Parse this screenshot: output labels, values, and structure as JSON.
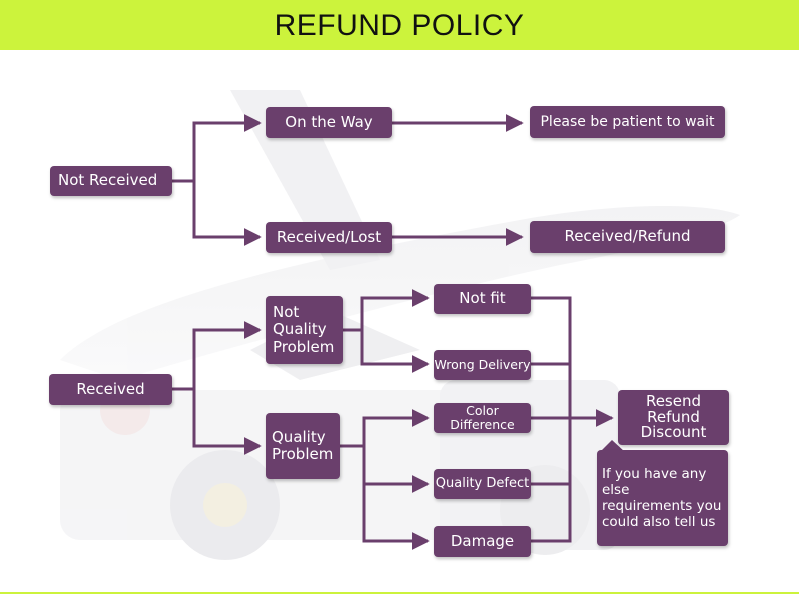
{
  "header": {
    "title": "REFUND POLICY",
    "color": "#ccf33c"
  },
  "colors": {
    "box": "#6a3f6c",
    "arrow": "#6a3f6c",
    "text": "#ffffff"
  },
  "nodes": {
    "not_received": "Not Received",
    "on_the_way": "On the Way",
    "please_wait": "Please be patient to wait",
    "received_lost": "Received/Lost",
    "received_refund": "Received/Refund",
    "received": "Received",
    "not_quality_problem": "Not\nQuality\nProblem",
    "quality_problem": "Quality\nProblem",
    "not_fit": "Not fit",
    "wrong_delivery": "Wrong Delivery",
    "color_difference": "Color Difference",
    "quality_defect": "Quality Defect",
    "damage": "Damage",
    "resend_refund_discount": "Resend\nRefund\nDiscount",
    "callout": "If you have any else\nrequirements you\ncould also tell us"
  }
}
